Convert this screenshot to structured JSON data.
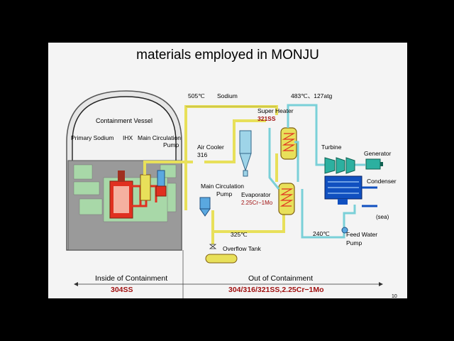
{
  "slide": {
    "title": "materials employed in MONJU",
    "page_number": "10"
  },
  "containment": {
    "vessel_label": "Containment Vessel",
    "primary_sodium_label": "Primary Sodium",
    "ihx_label": "IHX",
    "main_circulation_pump_label_line1": "Main Circulation",
    "main_circulation_pump_label_line2": "Pump"
  },
  "secondary": {
    "sodium_temp": "505℃",
    "sodium_label": "Sodium",
    "air_cooler_label_line1": "Air Cooler",
    "air_cooler_label_line2": "316",
    "main_circulation_pump_label_line1": "Main Circulation",
    "main_circulation_pump_label_line2": "Pump",
    "return_temp": "325℃",
    "overflow_tank_label": "Overflow Tank"
  },
  "steam": {
    "outlet_condition": "483℃、127atg",
    "super_heater_label": "Super Heater",
    "super_heater_material": "321SS",
    "evaporator_label": "Evaporator",
    "evaporator_material": "2.25Cr−1Mo",
    "turbine_label": "Turbine",
    "generator_label": "Generator",
    "condenser_label": "Condenser",
    "sea_label": "(sea)",
    "feed_water_temp": "240℃",
    "feed_water_pump_label_line1": "Feed Water",
    "feed_water_pump_label_line2": "Pump"
  },
  "footer": {
    "inside_label": "Inside of Containment",
    "inside_material": "304SS",
    "outside_label": "Out of Containment",
    "outside_material": "304/316/321SS,2.25Cr−1Mo"
  },
  "colors": {
    "sodium_pipe": "#e8e05a",
    "primary_loop": "#e03020",
    "water_pipe": "#7ad0d8",
    "condenser_blue": "#1050c0",
    "containment_gray": "#9a9a9a",
    "accent_red": "#a01010"
  },
  "icons": [
    "containment-dome-icon",
    "reactor-vessel-icon",
    "pump-icon",
    "air-cooler-icon",
    "heat-exchanger-icon",
    "turbine-icon",
    "generator-icon",
    "condenser-icon",
    "tank-icon",
    "valve-icon"
  ]
}
